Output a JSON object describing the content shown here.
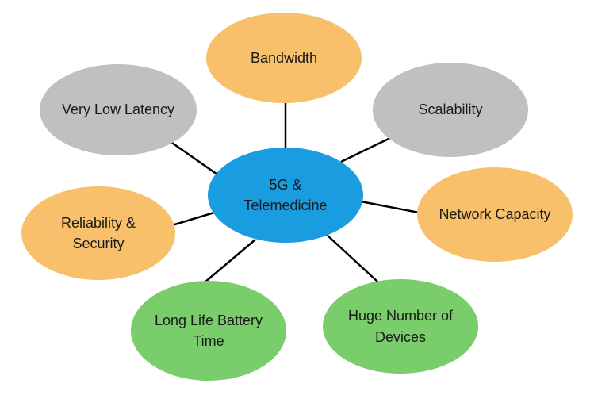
{
  "diagram": {
    "center": {
      "label": "5G &\nTelemedicine",
      "color": "#1a9de0"
    },
    "nodes": [
      {
        "key": "bandwidth",
        "label": "Bandwidth",
        "color": "#f8c06a"
      },
      {
        "key": "scalability",
        "label": "Scalability",
        "color": "#c0c0c0"
      },
      {
        "key": "network_capacity",
        "label": "Network Capacity",
        "color": "#f8c06a"
      },
      {
        "key": "huge_number",
        "label": "Huge Number of\nDevices",
        "color": "#79cd6b"
      },
      {
        "key": "battery",
        "label": "Long Life Battery\nTime",
        "color": "#79cd6b"
      },
      {
        "key": "reliability",
        "label": "Reliability &\nSecurity",
        "color": "#f8c06a"
      },
      {
        "key": "latency",
        "label": "Very Low Latency",
        "color": "#c0c0c0"
      }
    ],
    "connector_color": "#000000"
  }
}
